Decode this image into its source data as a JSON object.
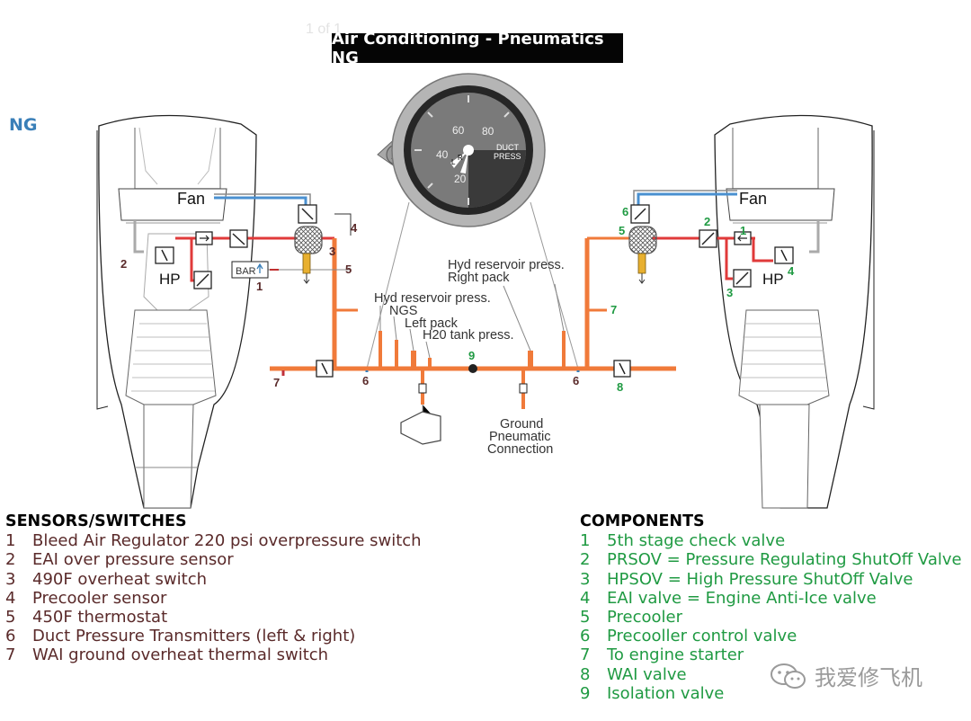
{
  "header": {
    "page_indicator": "1 of 1",
    "title": "Air Conditioning - Pneumatics NG"
  },
  "badge": "NG",
  "gauge": {
    "ticks": [
      "20",
      "40",
      "60",
      "80"
    ],
    "label_line1": "DUCT",
    "label_line2": "PRESS",
    "needle_labels": [
      "L",
      "R"
    ]
  },
  "diagram": {
    "fan": "Fan",
    "hp": "HP",
    "bar": "BAR",
    "hyd_right_line1": "Hyd reservoir press.",
    "hyd_right_line2": "Right pack",
    "hyd_ngs_line1": "Hyd reservoir press.",
    "hyd_ngs_line2": "NGS",
    "left_pack": "Left pack",
    "h2o_tank": "H20 tank press.",
    "ground_line1": "Ground",
    "ground_line2": "Pneumatic",
    "ground_line3": "Connection",
    "left_sensor_labels": {
      "n1": "1",
      "n2": "2",
      "n3": "3",
      "n4": "4",
      "n5": "5",
      "n6": "6",
      "n7": "7"
    },
    "right_component_labels": {
      "n1": "1",
      "n2": "2",
      "n3": "3",
      "n4": "4",
      "n5": "5",
      "n6": "6",
      "n7": "7",
      "n8": "8",
      "n9": "9"
    },
    "right_sensor_labels": {
      "n6": "6"
    }
  },
  "sensors": {
    "heading": "SENSORS/SWITCHES",
    "items": [
      {
        "num": "1",
        "text": "Bleed Air Regulator 220 psi overpressure switch"
      },
      {
        "num": "2",
        "text": "EAI over pressure sensor"
      },
      {
        "num": "3",
        "text": "490F overheat switch"
      },
      {
        "num": "4",
        "text": "Precooler sensor"
      },
      {
        "num": "5",
        "text": "450F thermostat"
      },
      {
        "num": "6",
        "text": "Duct Pressure Transmitters (left & right)"
      },
      {
        "num": "7",
        "text": "WAI ground overheat thermal switch"
      }
    ]
  },
  "components": {
    "heading": "COMPONENTS",
    "items": [
      {
        "num": "1",
        "text": "5th stage check valve"
      },
      {
        "num": "2",
        "text": "PRSOV = Pressure Regulating ShutOff Valve"
      },
      {
        "num": "3",
        "text": "HPSOV = High Pressure ShutOff Valve"
      },
      {
        "num": "4",
        "text": "EAI valve = Engine Anti-Ice valve"
      },
      {
        "num": "5",
        "text": "Precooler"
      },
      {
        "num": "6",
        "text": "Precooller control valve"
      },
      {
        "num": "7",
        "text": "To engine starter"
      },
      {
        "num": "8",
        "text": "WAI valve"
      },
      {
        "num": "9",
        "text": "Isolation valve"
      }
    ]
  },
  "watermark": "我爱修飞机",
  "colors": {
    "bleed": "#f07a3a",
    "hot": "#e03a3a",
    "fan_air": "#4a90d0",
    "sensor": "#5a2a2a",
    "component": "#1f9a42",
    "ng": "#3a7fb8"
  }
}
